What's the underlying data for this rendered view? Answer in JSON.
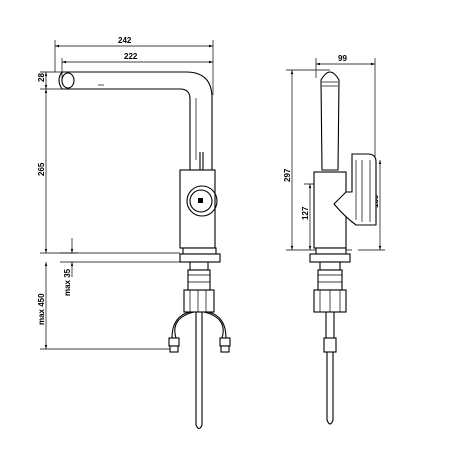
{
  "dimensions": {
    "width_total": "242",
    "width_spout": "222",
    "spout_height": "28",
    "height_left": "265",
    "max_deck": "max 35",
    "max_below": "max 450",
    "width_side": "99",
    "height_side": "297",
    "base_to_lever": "127",
    "lever_height": "159"
  }
}
